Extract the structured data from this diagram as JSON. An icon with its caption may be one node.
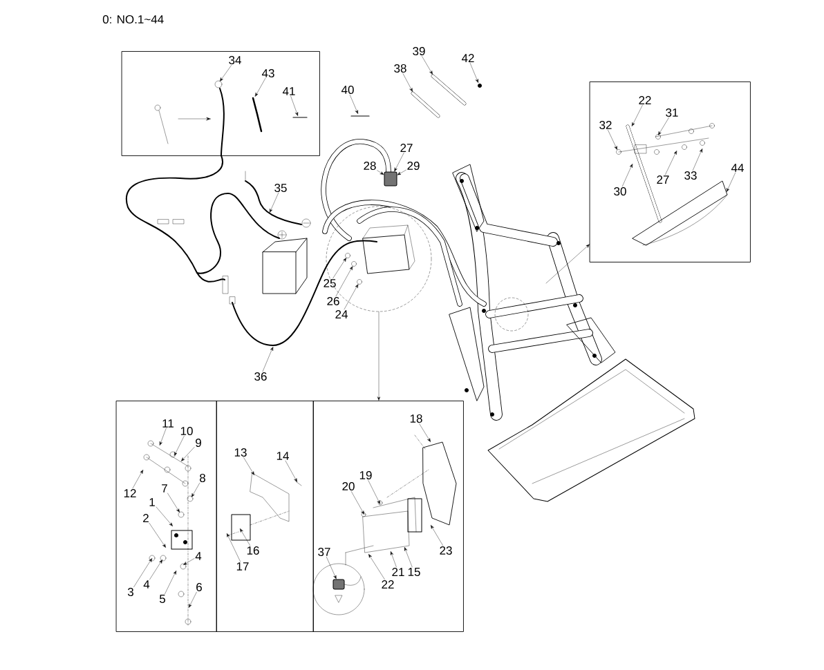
{
  "diagram": {
    "nodes": [
      {
        "text": [],
        "shape": "box"
      },
      {
        "text": [
          "34"
        ],
        "in": 0
      },
      {
        "text": [
          "43"
        ],
        "in": 0
      },
      {
        "text": [
          "41"
        ],
        "in": 0
      },
      {
        "text": [
          "40"
        ]
      },
      {
        "text": [
          "38"
        ]
      },
      {
        "text": [
          "39"
        ]
      },
      {
        "text": [
          "42"
        ]
      },
      {
        "text": [],
        "shape": "box"
      },
      {
        "text": [
          "22"
        ],
        "in": 8
      },
      {
        "text": [
          "31"
        ],
        "in": 8
      },
      {
        "text": [
          "32"
        ],
        "in": 8
      },
      {
        "text": [
          "30"
        ],
        "in": 8
      },
      {
        "text": [
          "27"
        ],
        "in": 8
      },
      {
        "text": [
          "33"
        ],
        "in": 8
      },
      {
        "text": [
          "44"
        ],
        "in": 8
      },
      {
        "text": [
          "27"
        ]
      },
      {
        "text": [
          "28"
        ]
      },
      {
        "text": [
          "29"
        ]
      },
      {
        "text": [
          "35"
        ]
      },
      {
        "text": [],
        "shape": "circle"
      },
      {
        "text": [
          "25"
        ]
      },
      {
        "text": [
          "26"
        ]
      },
      {
        "text": [
          "24"
        ]
      },
      {
        "text": [
          "36"
        ]
      },
      {
        "text": [],
        "shape": "box"
      },
      {
        "text": [],
        "shape": "box"
      },
      {
        "text": [],
        "shape": "box"
      },
      {
        "text": [
          "11"
        ],
        "in": 25
      },
      {
        "text": [
          "10"
        ],
        "in": 25
      },
      {
        "text": [
          "9"
        ],
        "in": 25
      },
      {
        "text": [
          "12"
        ],
        "in": 25
      },
      {
        "text": [
          "8"
        ],
        "in": 25
      },
      {
        "text": [
          "7"
        ],
        "in": 25
      },
      {
        "text": [
          "1"
        ],
        "in": 25
      },
      {
        "text": [
          "2"
        ],
        "in": 25
      },
      {
        "text": [
          "4"
        ],
        "in": 25
      },
      {
        "text": [
          "6"
        ],
        "in": 25
      },
      {
        "text": [
          "3"
        ],
        "in": 25
      },
      {
        "text": [
          "4"
        ],
        "in": 25
      },
      {
        "text": [
          "5"
        ],
        "in": 25
      },
      {
        "text": [
          "13"
        ],
        "in": 26
      },
      {
        "text": [
          "14"
        ],
        "in": 26
      },
      {
        "text": [
          "16"
        ],
        "in": 26
      },
      {
        "text": [
          "17"
        ],
        "in": 26
      },
      {
        "text": [
          "18"
        ],
        "in": 27
      },
      {
        "text": [
          "19"
        ],
        "in": 27
      },
      {
        "text": [
          "20"
        ],
        "in": 27
      },
      {
        "text": [
          "23"
        ],
        "in": 27
      },
      {
        "text": [],
        "shape": "circle",
        "in": 27
      },
      {
        "text": [
          "37"
        ],
        "in": 27
      },
      {
        "text": [
          "21"
        ],
        "in": 27
      },
      {
        "text": [
          "15"
        ],
        "in": 27
      },
      {
        "text": [
          "22"
        ],
        "in": 27
      },
      {
        "text": [],
        "shape": "box"
      },
      {
        "text": [],
        "shape": "circle",
        "in": 20
      },
      {
        "text": [],
        "shape": "circle",
        "in": 20
      },
      {
        "text": [],
        "shape": "circle",
        "in": 20
      },
      {
        "text": [],
        "shape": "box",
        "in": 49
      }
    ],
    "edges": [
      {
        "from": 1,
        "to": null,
        "arrow": "to"
      },
      {
        "from": 2,
        "to": null,
        "arrow": "to"
      },
      {
        "from": 3,
        "to": null,
        "arrow": "to"
      },
      {
        "from": 4,
        "to": null,
        "arrow": "to"
      },
      {
        "from": 5,
        "to": null,
        "arrow": "to"
      },
      {
        "from": 6,
        "to": null,
        "arrow": "to"
      },
      {
        "from": 7,
        "to": null,
        "arrow": "to"
      },
      {
        "from": 9,
        "to": null,
        "arrow": "to"
      },
      {
        "from": 10,
        "to": null,
        "arrow": "to"
      },
      {
        "from": 11,
        "to": null,
        "arrow": "to"
      },
      {
        "from": 12,
        "to": null,
        "arrow": "to"
      },
      {
        "from": 13,
        "to": null,
        "arrow": "to"
      },
      {
        "from": 14,
        "to": null,
        "arrow": "to"
      },
      {
        "from": 15,
        "to": null,
        "arrow": "to"
      },
      {
        "from": 16,
        "to": 54,
        "arrow": "to"
      },
      {
        "from": 17,
        "to": 54,
        "arrow": "to"
      },
      {
        "from": 18,
        "to": 54,
        "arrow": "to"
      },
      {
        "from": 19,
        "to": null,
        "arrow": "to"
      },
      {
        "from": 21,
        "to": 55,
        "arrow": "to"
      },
      {
        "from": 22,
        "to": 56,
        "arrow": "to"
      },
      {
        "from": 23,
        "to": 57,
        "arrow": "to"
      },
      {
        "from": 24,
        "to": null,
        "arrow": "to"
      },
      {
        "from": 28,
        "to": null,
        "arrow": "to"
      },
      {
        "from": 29,
        "to": null,
        "arrow": "to"
      },
      {
        "from": 30,
        "to": null,
        "arrow": "to"
      },
      {
        "from": 31,
        "to": null,
        "arrow": "to"
      },
      {
        "from": 32,
        "to": null,
        "arrow": "to"
      },
      {
        "from": 33,
        "to": null,
        "arrow": "to"
      },
      {
        "from": 34,
        "to": null,
        "arrow": "to"
      },
      {
        "from": 35,
        "to": null,
        "arrow": "to"
      },
      {
        "from": 36,
        "to": null,
        "arrow": "to"
      },
      {
        "from": 37,
        "to": null,
        "arrow": "to"
      },
      {
        "from": 38,
        "to": null,
        "arrow": "to"
      },
      {
        "from": 39,
        "to": null,
        "arrow": "to"
      },
      {
        "from": 40,
        "to": null,
        "arrow": "to"
      },
      {
        "from": 41,
        "to": null,
        "arrow": "to"
      },
      {
        "from": 42,
        "to": null,
        "arrow": "to"
      },
      {
        "from": 43,
        "to": null,
        "arrow": "to"
      },
      {
        "from": 44,
        "to": null,
        "arrow": "to"
      },
      {
        "from": 45,
        "to": null,
        "arrow": "to"
      },
      {
        "from": 46,
        "to": null,
        "arrow": "to"
      },
      {
        "from": 47,
        "to": null,
        "arrow": "to"
      },
      {
        "from": 48,
        "to": null,
        "arrow": "to"
      },
      {
        "from": 50,
        "to": 58,
        "arrow": "to"
      },
      {
        "from": 51,
        "to": null,
        "arrow": "to"
      },
      {
        "from": 52,
        "to": null,
        "arrow": "to"
      },
      {
        "from": 53,
        "to": null,
        "arrow": "to"
      },
      {
        "from": 20,
        "to": 27,
        "arrow": "to"
      },
      {
        "from": null,
        "to": 8,
        "arrow": "to"
      }
    ],
    "labels": [
      "0: NO.1~44"
    ]
  }
}
